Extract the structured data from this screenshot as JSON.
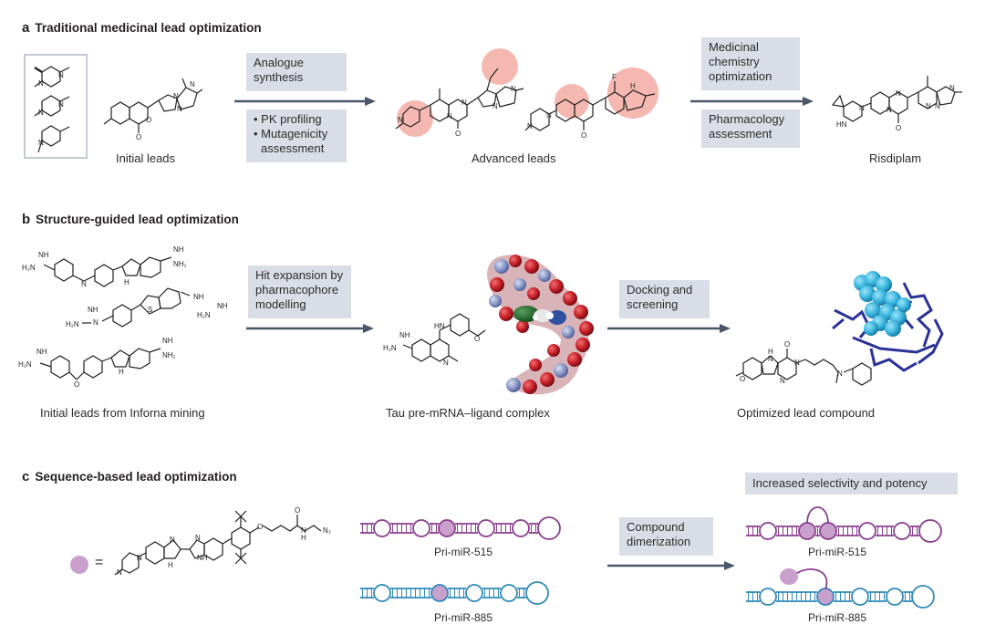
{
  "colors": {
    "box_bg": "#d9dee6",
    "arrow": "#4a5668",
    "highlight": "#f4b8b0",
    "rna_515": "#8a3e8e",
    "rna_885": "#2e8ab8",
    "ligand": "#c9a0cc",
    "rna_red": "#c8202a",
    "rna_blue": "#7c8ec0",
    "docked_ligand": "#3bb6e0",
    "docked_rna": "#2a3296"
  },
  "panel_a": {
    "letter": "a",
    "title": "Traditional medicinal lead optimization",
    "arrow1_top_box": "Analogue synthesis",
    "arrow1_bottom_box": [
      "PK profiling",
      "Mutagenicity assessment"
    ],
    "arrow2_top_box": "Medicinal chemistry optimization",
    "arrow2_bottom_box": "Pharmacology assessment",
    "captions": {
      "initial": "Initial leads",
      "advanced": "Advanced leads",
      "final": "Risdiplam"
    }
  },
  "panel_b": {
    "letter": "b",
    "title": "Structure-guided lead optimization",
    "arrow1_box": "Hit expansion by pharmacophore modelling",
    "arrow2_box": "Docking and screening",
    "captions": {
      "initial": "Initial leads from Inforna mining",
      "complex": "Tau pre-mRNA–ligand complex",
      "optimized": "Optimized lead compound"
    }
  },
  "panel_c": {
    "letter": "c",
    "title": "Sequence-based lead optimization",
    "equals": "=",
    "arrow_box": "Compound dimerization",
    "result_box": "Increased selectivity and potency",
    "rna_labels": {
      "left_top": "Pri-miR-515",
      "left_bottom": "Pri-miR-885",
      "right_top": "Pri-miR-515",
      "right_bottom": "Pri-miR-885"
    }
  },
  "atom_labels": {
    "N": "N",
    "O": "O",
    "F": "F",
    "S": "S",
    "NH": "NH",
    "HN": "HN",
    "H": "H",
    "H2N": "H₂N",
    "NH2": "NH₂",
    "N3": "N₃"
  }
}
